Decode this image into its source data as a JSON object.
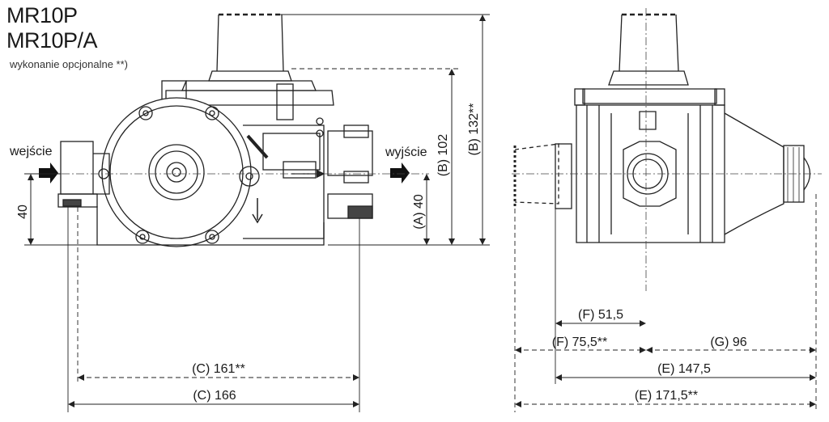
{
  "titles": {
    "model_1": "MR10P",
    "model_2": "MR10P/A",
    "note": "wykonanie opcjonalne **)"
  },
  "labels": {
    "inlet": "wejście",
    "outlet": "wyjście"
  },
  "dimensions": {
    "left_height": "40",
    "A": "(A) 40",
    "B": "(B) 102",
    "B_opt": "(B) 132**",
    "C_opt": "(C) 161**",
    "C": "(C) 166",
    "F": "(F) 51,5",
    "F_opt": "(F) 75,5**",
    "G": "(G) 96",
    "E": "(E) 147,5",
    "E_opt": "(E) 171,5**"
  },
  "colors": {
    "line": "#222222",
    "background": "#ffffff"
  }
}
